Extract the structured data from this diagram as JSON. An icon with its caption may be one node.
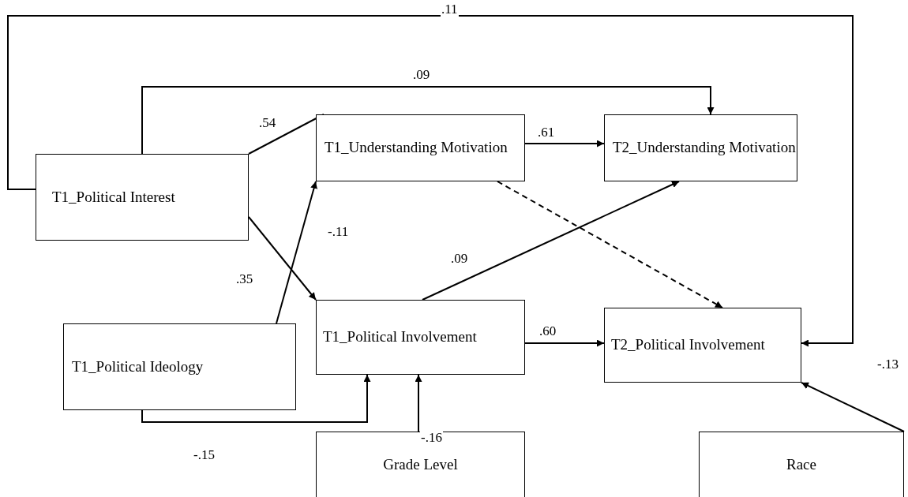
{
  "diagram": {
    "nodes": [
      {
        "text": [
          "T1_Political Interest"
        ]
      },
      {
        "text": [
          "T1_Understanding Motivation"
        ]
      },
      {
        "text": [
          "T2_Understanding Motivation"
        ]
      },
      {
        "text": [
          "T1_Political Ideology"
        ]
      },
      {
        "text": [
          "T1_Political Involvement"
        ]
      },
      {
        "text": [
          "T2_Political Involvement"
        ]
      },
      {
        "text": [
          "Grade Level"
        ]
      },
      {
        "text": [
          "Race"
        ]
      }
    ],
    "edges": [
      {
        "from": 0,
        "to": 5,
        "arrow": "to",
        "label": ".11"
      },
      {
        "from": 0,
        "to": 2,
        "arrow": "to",
        "label": ".09"
      },
      {
        "from": 0,
        "to": 1,
        "arrow": "to",
        "label": ".54"
      },
      {
        "from": 0,
        "to": 4,
        "arrow": "to",
        "label": ".35"
      },
      {
        "from": 3,
        "to": 1,
        "arrow": "to",
        "label": "-.11"
      },
      {
        "from": 3,
        "to": 4,
        "arrow": "to",
        "label": "-.15"
      },
      {
        "from": 1,
        "to": 2,
        "arrow": "to",
        "label": ".61"
      },
      {
        "from": 1,
        "to": 5,
        "arrow": "to",
        "style": "dashed"
      },
      {
        "from": 4,
        "to": 2,
        "arrow": "to",
        "label": ".09"
      },
      {
        "from": 4,
        "to": 5,
        "arrow": "to",
        "label": ".60"
      },
      {
        "from": 6,
        "to": 4,
        "arrow": "to",
        "label": "-.16"
      },
      {
        "from": 7,
        "to": 5,
        "arrow": "to",
        "label": "-.13"
      }
    ]
  }
}
